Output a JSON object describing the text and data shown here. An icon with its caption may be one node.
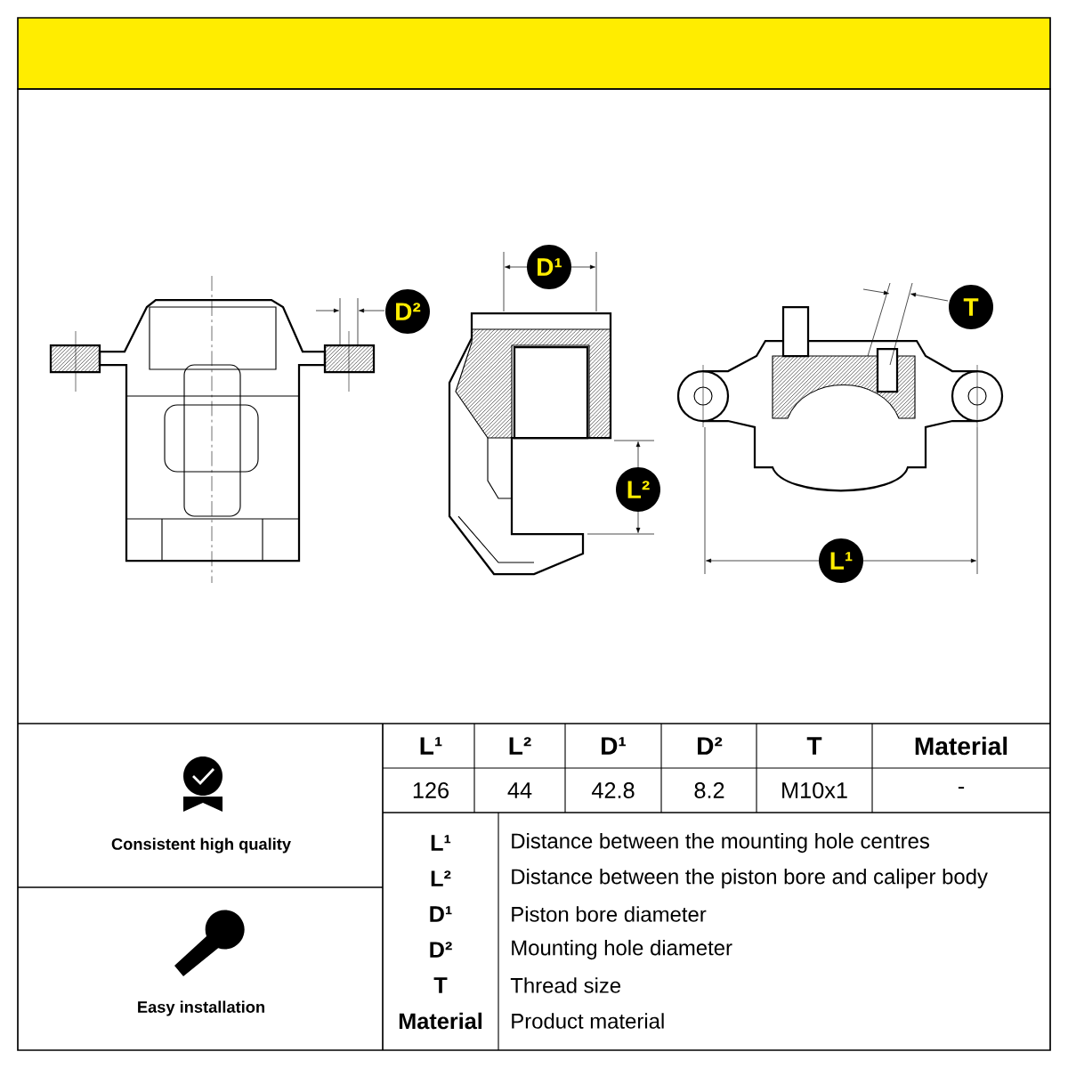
{
  "diagram": {
    "labels": [
      "D¹",
      "D²",
      "T",
      "L²",
      "L¹",
      "L¹",
      "L²",
      "D¹",
      "D²",
      "T",
      "Material",
      "126",
      "44",
      "42.8",
      "8.2",
      "M10x1",
      "-",
      "Consistent high quality",
      "L¹",
      "Distance between the mounting hole centres",
      "L²",
      "Distance between the piston bore and caliper body",
      "D¹",
      "Piston bore diameter",
      "D²",
      "Mounting hole diameter",
      "T",
      "Thread size",
      "Material",
      "Product material",
      "Easy installation"
    ]
  }
}
